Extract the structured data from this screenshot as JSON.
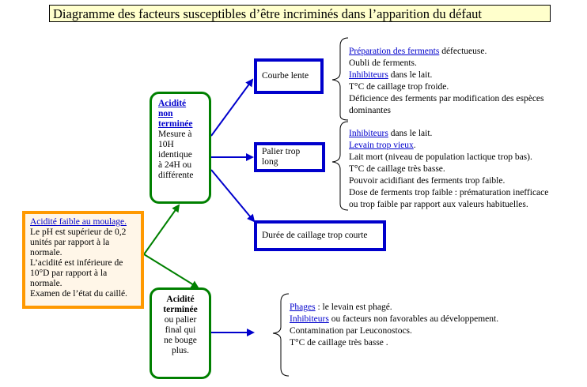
{
  "title": "Diagramme des facteurs susceptibles d’être incriminés dans l’apparition du défaut",
  "orange_box": {
    "link": "Acidité faible au moulage.",
    "lines": [
      "Le pH est supérieur de 0,2",
      "unités par rapport à la",
      "normale.",
      "L’acidité est inférieure de",
      "10°D par rapport à la",
      "normale.",
      "Examen de l’état du caillé."
    ]
  },
  "green_top": {
    "title_lines": [
      "Acidité",
      "non",
      "terminée"
    ],
    "text_lines": [
      "Mesure à",
      "10H",
      "identique",
      "à 24H ou",
      "différente"
    ]
  },
  "green_bottom": {
    "title_lines": [
      "Acidité",
      "terminée"
    ],
    "text_lines": [
      "ou palier",
      "final qui",
      "ne bouge",
      "plus."
    ]
  },
  "blue_boxes": {
    "b1": "Courbe lente",
    "b2": "Palier trop long",
    "b3": "Durée de caillage trop courte"
  },
  "list1": {
    "l1_link": "Préparation des ferments",
    "l1_rest": " défectueuse.",
    "l2": "Oubli de ferments.",
    "l3_link": "Inhibiteurs",
    "l3_rest": " dans le lait.",
    "l4": "T°C de caillage trop froide.",
    "l5": "Déficience des ferments par modification des espèces dominantes"
  },
  "list2": {
    "l1_link": "Inhibiteurs",
    "l1_rest": " dans le lait.",
    "l2_link": "Levain trop vieux",
    "l2_rest": ".",
    "l3": "Lait mort (niveau de population lactique trop bas).",
    "l4": "T°C de caillage très basse.",
    "l5": "Pouvoir acidifiant des ferments trop faible.",
    "l6": "Dose de ferments trop faible : prématuration inefficace",
    "l7": "ou trop faible par rapport aux valeurs habituelles."
  },
  "list3": {
    "l1_link": "Phages",
    "l1_rest": " : le levain est phagé.",
    "l2_link": "Inhibiteurs",
    "l2_rest": " ou facteurs non favorables au développement.",
    "l3": "Contamination par Leuconostocs.",
    "l4": "T°C de caillage très basse ."
  },
  "colors": {
    "orange": "#ff9900",
    "green": "#008000",
    "blue": "#0000cc",
    "title_bg": "#ffffcc"
  }
}
